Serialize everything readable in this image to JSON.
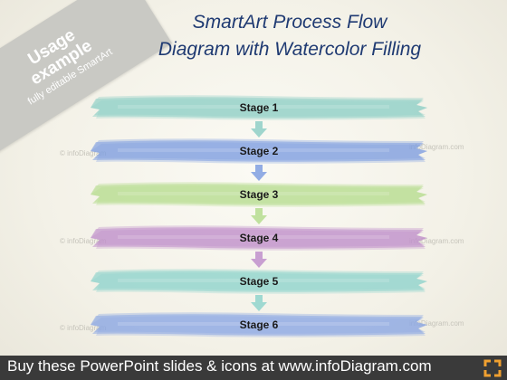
{
  "badge": {
    "line1": "Usage",
    "line2": "example",
    "line3": "fully editable SmartArt"
  },
  "title": {
    "line1": "SmartArt Process Flow",
    "line2": "Diagram with Watercolor Filling"
  },
  "stages": [
    {
      "label": "Stage 1",
      "color": "#8fcfc7"
    },
    {
      "label": "Stage 2",
      "color": "#7f9fe0"
    },
    {
      "label": "Stage 3",
      "color": "#b6dd8f"
    },
    {
      "label": "Stage 4",
      "color": "#bf8fcb"
    },
    {
      "label": "Stage 5",
      "color": "#8fd3cc"
    },
    {
      "label": "Stage 6",
      "color": "#8aa7e3"
    }
  ],
  "arrow_colors": [
    "#8fcfc7",
    "#7f9fe0",
    "#b6dd8f",
    "#bf8fcb",
    "#8fd3cc"
  ],
  "watermark_left": "© infoDiagram",
  "watermark_right": "infoDiagram.com",
  "footer": {
    "text": "Buy these PowerPoint slides & icons at www.infoDiagram.com",
    "background": "#3a3a3a",
    "accent": "#f0a030"
  },
  "icons": {
    "corner": "expand-corner-icon"
  }
}
